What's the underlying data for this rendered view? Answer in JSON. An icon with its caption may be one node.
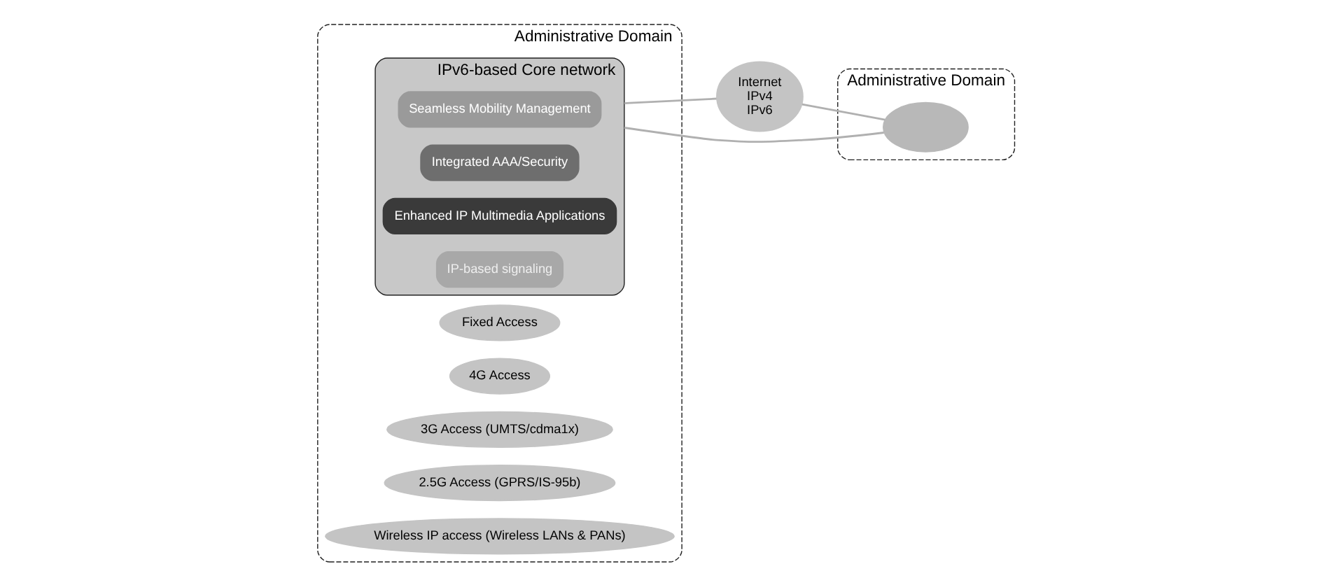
{
  "diagram": {
    "nodes": [
      {
        "text": [
          "Administrative Domain"
        ]
      },
      {
        "text": [
          "IPv6-based Core network"
        ],
        "in": 0
      },
      {
        "text": [
          "Seamless Mobility Management"
        ],
        "in": 1
      },
      {
        "text": [
          "Integrated AAA/Security"
        ],
        "in": 1
      },
      {
        "text": [
          "Enhanced IP Multimedia Applications"
        ],
        "in": 1
      },
      {
        "text": [
          "IP-based signaling"
        ],
        "in": 1
      },
      {
        "text": [
          "Fixed Access"
        ],
        "in": 0
      },
      {
        "text": [
          "4G Access"
        ],
        "in": 0
      },
      {
        "text": [
          "3G Access (UMTS/cdma1x)"
        ],
        "in": 0
      },
      {
        "text": [
          "2.5G Access (GPRS/IS-95b)"
        ],
        "in": 0
      },
      {
        "text": [
          "Wireless IP access (Wireless LANs & PANs)"
        ],
        "in": 0
      },
      {
        "text": [
          "Internet",
          "IPv4",
          "IPv6"
        ]
      },
      {
        "text": [
          "Administrative Domain"
        ]
      },
      {
        "text": [],
        "shape": "cloud",
        "in": 12
      }
    ],
    "edges": [
      {
        "from": 1,
        "to": 11,
        "arrow": "none"
      },
      {
        "from": 1,
        "to": 13,
        "arrow": "none"
      },
      {
        "from": 11,
        "to": 13,
        "arrow": "none"
      }
    ]
  }
}
